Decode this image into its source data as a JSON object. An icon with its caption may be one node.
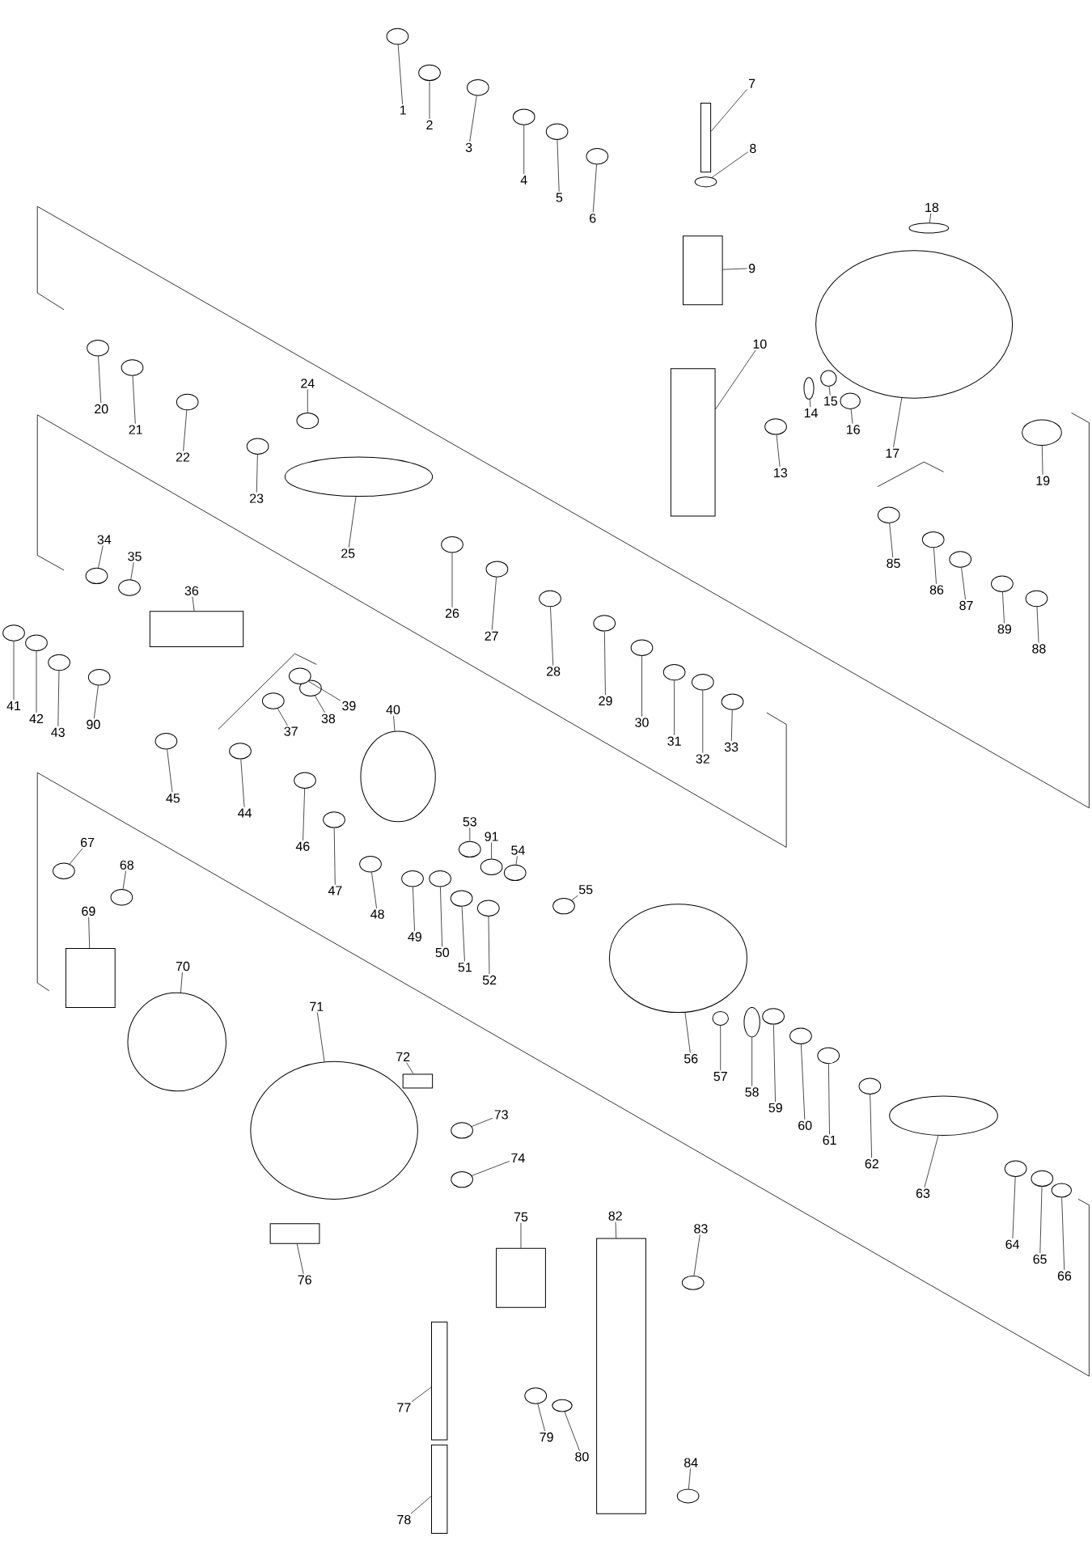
{
  "diagram": {
    "nodes": [
      {
        "text": [
          "1"
        ]
      },
      {
        "text": [
          "2"
        ]
      },
      {
        "text": [
          "3"
        ]
      },
      {
        "text": [
          "4"
        ]
      },
      {
        "text": [
          "5"
        ]
      },
      {
        "text": [
          "6"
        ]
      },
      {
        "text": [
          "7"
        ]
      },
      {
        "text": [
          "8"
        ]
      },
      {
        "text": [
          "9"
        ]
      },
      {
        "text": [
          "10"
        ]
      },
      {
        "text": [
          "13"
        ]
      },
      {
        "text": [
          "14"
        ]
      },
      {
        "text": [
          "15"
        ]
      },
      {
        "text": [
          "16"
        ]
      },
      {
        "text": [
          "17"
        ]
      },
      {
        "text": [
          "18"
        ]
      },
      {
        "text": [
          "19"
        ]
      },
      {
        "text": [
          "20"
        ]
      },
      {
        "text": [
          "21"
        ]
      },
      {
        "text": [
          "22"
        ]
      },
      {
        "text": [
          "23"
        ]
      },
      {
        "text": [
          "24"
        ]
      },
      {
        "text": [
          "25"
        ]
      },
      {
        "text": [
          "26"
        ]
      },
      {
        "text": [
          "27"
        ]
      },
      {
        "text": [
          "28"
        ]
      },
      {
        "text": [
          "29"
        ]
      },
      {
        "text": [
          "30"
        ]
      },
      {
        "text": [
          "31"
        ]
      },
      {
        "text": [
          "32"
        ]
      },
      {
        "text": [
          "33"
        ]
      },
      {
        "text": [
          "34"
        ]
      },
      {
        "text": [
          "35"
        ]
      },
      {
        "text": [
          "36"
        ]
      },
      {
        "text": [
          "37"
        ]
      },
      {
        "text": [
          "38"
        ]
      },
      {
        "text": [
          "39"
        ]
      },
      {
        "text": [
          "40"
        ]
      },
      {
        "text": [
          "41"
        ]
      },
      {
        "text": [
          "42"
        ]
      },
      {
        "text": [
          "43"
        ]
      },
      {
        "text": [
          "44"
        ]
      },
      {
        "text": [
          "45"
        ]
      },
      {
        "text": [
          "46"
        ]
      },
      {
        "text": [
          "47"
        ]
      },
      {
        "text": [
          "48"
        ]
      },
      {
        "text": [
          "49"
        ]
      },
      {
        "text": [
          "50"
        ]
      },
      {
        "text": [
          "51"
        ]
      },
      {
        "text": [
          "52"
        ]
      },
      {
        "text": [
          "53"
        ]
      },
      {
        "text": [
          "54"
        ]
      },
      {
        "text": [
          "55"
        ]
      },
      {
        "text": [
          "56"
        ]
      },
      {
        "text": [
          "57"
        ]
      },
      {
        "text": [
          "58"
        ]
      },
      {
        "text": [
          "59"
        ]
      },
      {
        "text": [
          "60"
        ]
      },
      {
        "text": [
          "61"
        ]
      },
      {
        "text": [
          "62"
        ]
      },
      {
        "text": [
          "63"
        ]
      },
      {
        "text": [
          "64"
        ]
      },
      {
        "text": [
          "65"
        ]
      },
      {
        "text": [
          "66"
        ]
      },
      {
        "text": [
          "67"
        ]
      },
      {
        "text": [
          "68"
        ]
      },
      {
        "text": [
          "69"
        ]
      },
      {
        "text": [
          "70"
        ]
      },
      {
        "text": [
          "71"
        ]
      },
      {
        "text": [
          "72"
        ]
      },
      {
        "text": [
          "73"
        ]
      },
      {
        "text": [
          "74"
        ]
      },
      {
        "text": [
          "75"
        ]
      },
      {
        "text": [
          "76"
        ]
      },
      {
        "text": [
          "77"
        ]
      },
      {
        "text": [
          "78"
        ]
      },
      {
        "text": [
          "79"
        ]
      },
      {
        "text": [
          "80"
        ]
      },
      {
        "text": [
          "82"
        ]
      },
      {
        "text": [
          "83"
        ]
      },
      {
        "text": [
          "84"
        ]
      },
      {
        "text": [
          "85"
        ]
      },
      {
        "text": [
          "86"
        ]
      },
      {
        "text": [
          "87"
        ]
      },
      {
        "text": [
          "88"
        ]
      },
      {
        "text": [
          "89"
        ]
      },
      {
        "text": [
          "90"
        ]
      },
      {
        "text": [
          "91"
        ]
      },
      {
        "text": [],
        "shape": "circle"
      },
      {
        "text": [],
        "shape": "circle"
      },
      {
        "text": [],
        "shape": "circle"
      },
      {
        "text": [],
        "shape": "circle"
      },
      {
        "text": [],
        "shape": "circle"
      },
      {
        "text": [],
        "shape": "circle"
      },
      {
        "text": [],
        "shape": "box"
      },
      {
        "text": [],
        "shape": "circle"
      },
      {
        "text": [],
        "shape": "box"
      },
      {
        "text": [],
        "shape": "box"
      },
      {
        "text": [],
        "shape": "circle"
      },
      {
        "text": [],
        "shape": "circle"
      },
      {
        "text": [],
        "shape": "circle"
      },
      {
        "text": [],
        "shape": "circle"
      },
      {
        "text": [],
        "shape": "circle"
      },
      {
        "text": [],
        "shape": "circle"
      },
      {
        "text": [],
        "shape": "circle"
      },
      {
        "text": [],
        "shape": "circle"
      },
      {
        "text": [],
        "shape": "circle"
      },
      {
        "text": [],
        "shape": "circle"
      },
      {
        "text": [],
        "shape": "circle"
      },
      {
        "text": [],
        "shape": "circle"
      },
      {
        "text": [],
        "shape": "circle"
      },
      {
        "text": [],
        "shape": "circle"
      },
      {
        "text": [],
        "shape": "circle"
      },
      {
        "text": [],
        "shape": "circle"
      },
      {
        "text": [],
        "shape": "circle"
      },
      {
        "text": [],
        "shape": "circle"
      },
      {
        "text": [],
        "shape": "circle"
      },
      {
        "text": [],
        "shape": "circle"
      },
      {
        "text": [],
        "shape": "circle"
      },
      {
        "text": [],
        "shape": "circle"
      },
      {
        "text": [],
        "shape": "circle"
      },
      {
        "text": [],
        "shape": "box"
      },
      {
        "text": [],
        "shape": "circle"
      },
      {
        "text": [],
        "shape": "circle"
      },
      {
        "text": [],
        "shape": "circle"
      },
      {
        "text": [],
        "shape": "circle"
      },
      {
        "text": [],
        "shape": "circle"
      },
      {
        "text": [],
        "shape": "circle"
      },
      {
        "text": [],
        "shape": "circle"
      },
      {
        "text": [],
        "shape": "circle"
      },
      {
        "text": [],
        "shape": "circle"
      },
      {
        "text": [],
        "shape": "circle"
      },
      {
        "text": [],
        "shape": "circle"
      },
      {
        "text": [],
        "shape": "circle"
      },
      {
        "text": [],
        "shape": "circle"
      },
      {
        "text": [],
        "shape": "circle"
      },
      {
        "text": [],
        "shape": "circle"
      },
      {
        "text": [],
        "shape": "circle"
      },
      {
        "text": [],
        "shape": "circle"
      },
      {
        "text": [],
        "shape": "circle"
      },
      {
        "text": [],
        "shape": "circle"
      },
      {
        "text": [],
        "shape": "circle"
      },
      {
        "text": [],
        "shape": "circle"
      },
      {
        "text": [],
        "shape": "circle"
      },
      {
        "text": [],
        "shape": "circle"
      },
      {
        "text": [],
        "shape": "circle"
      },
      {
        "text": [],
        "shape": "circle"
      },
      {
        "text": [],
        "shape": "circle"
      },
      {
        "text": [],
        "shape": "circle"
      },
      {
        "text": [],
        "shape": "circle"
      },
      {
        "text": [],
        "shape": "circle"
      },
      {
        "text": [],
        "shape": "circle"
      },
      {
        "text": [],
        "shape": "circle"
      },
      {
        "text": [],
        "shape": "circle"
      },
      {
        "text": [],
        "shape": "box"
      },
      {
        "text": [],
        "shape": "circle"
      },
      {
        "text": [],
        "shape": "circle"
      },
      {
        "text": [],
        "shape": "box"
      },
      {
        "text": [],
        "shape": "circle"
      },
      {
        "text": [],
        "shape": "circle"
      },
      {
        "text": [],
        "shape": "box"
      },
      {
        "text": [],
        "shape": "box"
      },
      {
        "text": [],
        "shape": "box"
      },
      {
        "text": [],
        "shape": "box"
      },
      {
        "text": [],
        "shape": "circle"
      },
      {
        "text": [],
        "shape": "circle"
      },
      {
        "text": [],
        "shape": "box"
      },
      {
        "text": [],
        "shape": "circle"
      },
      {
        "text": [],
        "shape": "circle"
      },
      {
        "text": [],
        "shape": "circle"
      },
      {
        "text": [],
        "shape": "circle"
      },
      {
        "text": [],
        "shape": "circle"
      },
      {
        "text": [],
        "shape": "circle"
      },
      {
        "text": [],
        "shape": "circle"
      },
      {
        "text": [],
        "shape": "circle"
      },
      {
        "text": [],
        "shape": "circle"
      }
    ],
    "edges": [
      {
        "from": 0,
        "to": 88,
        "arrow": "none"
      },
      {
        "from": 1,
        "to": 89,
        "arrow": "none"
      },
      {
        "from": 2,
        "to": 90,
        "arrow": "none"
      },
      {
        "from": 3,
        "to": 91,
        "arrow": "none"
      },
      {
        "from": 4,
        "to": 92,
        "arrow": "none"
      },
      {
        "from": 5,
        "to": 93,
        "arrow": "none"
      },
      {
        "from": 6,
        "to": 94,
        "arrow": "none"
      },
      {
        "from": 7,
        "to": 95,
        "arrow": "none"
      },
      {
        "from": 8,
        "to": 96,
        "arrow": "none"
      },
      {
        "from": 9,
        "to": 97,
        "arrow": "none"
      },
      {
        "from": 10,
        "to": 98,
        "arrow": "none"
      },
      {
        "from": 11,
        "to": 99,
        "arrow": "none"
      },
      {
        "from": 12,
        "to": 100,
        "arrow": "none"
      },
      {
        "from": 13,
        "to": 101,
        "arrow": "none"
      },
      {
        "from": 14,
        "to": 102,
        "arrow": "none"
      },
      {
        "from": 15,
        "to": 103,
        "arrow": "none"
      },
      {
        "from": 16,
        "to": 104,
        "arrow": "none"
      },
      {
        "from": 17,
        "to": 105,
        "arrow": "none"
      },
      {
        "from": 18,
        "to": 106,
        "arrow": "none"
      },
      {
        "from": 19,
        "to": 107,
        "arrow": "none"
      },
      {
        "from": 20,
        "to": 108,
        "arrow": "none"
      },
      {
        "from": 21,
        "to": 109,
        "arrow": "none"
      },
      {
        "from": 22,
        "to": 110,
        "arrow": "none"
      },
      {
        "from": 23,
        "to": 111,
        "arrow": "none"
      },
      {
        "from": 24,
        "to": 112,
        "arrow": "none"
      },
      {
        "from": 25,
        "to": 113,
        "arrow": "none"
      },
      {
        "from": 26,
        "to": 114,
        "arrow": "none"
      },
      {
        "from": 27,
        "to": 115,
        "arrow": "none"
      },
      {
        "from": 28,
        "to": 116,
        "arrow": "none"
      },
      {
        "from": 29,
        "to": 117,
        "arrow": "none"
      },
      {
        "from": 30,
        "to": 118,
        "arrow": "none"
      },
      {
        "from": 31,
        "to": 119,
        "arrow": "none"
      },
      {
        "from": 32,
        "to": 120,
        "arrow": "none"
      },
      {
        "from": 33,
        "to": 121,
        "arrow": "none"
      },
      {
        "from": 34,
        "to": 122,
        "arrow": "none"
      },
      {
        "from": 35,
        "to": 123,
        "arrow": "none"
      },
      {
        "from": 36,
        "to": 124,
        "arrow": "none"
      },
      {
        "from": 37,
        "to": 125,
        "arrow": "none"
      },
      {
        "from": 38,
        "to": 126,
        "arrow": "none"
      },
      {
        "from": 39,
        "to": 127,
        "arrow": "none"
      },
      {
        "from": 40,
        "to": 128,
        "arrow": "none"
      },
      {
        "from": 41,
        "to": 129,
        "arrow": "none"
      },
      {
        "from": 42,
        "to": 130,
        "arrow": "none"
      },
      {
        "from": 43,
        "to": 131,
        "arrow": "none"
      },
      {
        "from": 44,
        "to": 132,
        "arrow": "none"
      },
      {
        "from": 45,
        "to": 133,
        "arrow": "none"
      },
      {
        "from": 46,
        "to": 134,
        "arrow": "none"
      },
      {
        "from": 47,
        "to": 135,
        "arrow": "none"
      },
      {
        "from": 48,
        "to": 136,
        "arrow": "none"
      },
      {
        "from": 49,
        "to": 137,
        "arrow": "none"
      },
      {
        "from": 50,
        "to": 138,
        "arrow": "none"
      },
      {
        "from": 51,
        "to": 139,
        "arrow": "none"
      },
      {
        "from": 52,
        "to": 140,
        "arrow": "none"
      },
      {
        "from": 53,
        "to": 141,
        "arrow": "none"
      },
      {
        "from": 54,
        "to": 142,
        "arrow": "none"
      },
      {
        "from": 55,
        "to": 143,
        "arrow": "none"
      },
      {
        "from": 56,
        "to": 144,
        "arrow": "none"
      },
      {
        "from": 57,
        "to": 145,
        "arrow": "none"
      },
      {
        "from": 58,
        "to": 146,
        "arrow": "none"
      },
      {
        "from": 59,
        "to": 147,
        "arrow": "none"
      },
      {
        "from": 60,
        "to": 148,
        "arrow": "none"
      },
      {
        "from": 61,
        "to": 149,
        "arrow": "none"
      },
      {
        "from": 62,
        "to": 150,
        "arrow": "none"
      },
      {
        "from": 63,
        "to": 151,
        "arrow": "none"
      },
      {
        "from": 64,
        "to": 152,
        "arrow": "none"
      },
      {
        "from": 65,
        "to": 153,
        "arrow": "none"
      },
      {
        "from": 66,
        "to": 154,
        "arrow": "none"
      },
      {
        "from": 67,
        "to": 155,
        "arrow": "none"
      },
      {
        "from": 68,
        "to": 156,
        "arrow": "none"
      },
      {
        "from": 69,
        "to": 157,
        "arrow": "none"
      },
      {
        "from": 70,
        "to": 158,
        "arrow": "none"
      },
      {
        "from": 71,
        "to": 159,
        "arrow": "none"
      },
      {
        "from": 72,
        "to": 160,
        "arrow": "none"
      },
      {
        "from": 73,
        "to": 161,
        "arrow": "none"
      },
      {
        "from": 74,
        "to": 162,
        "arrow": "none"
      },
      {
        "from": 75,
        "to": 163,
        "arrow": "none"
      },
      {
        "from": 76,
        "to": 164,
        "arrow": "none"
      },
      {
        "from": 77,
        "to": 165,
        "arrow": "none"
      },
      {
        "from": 78,
        "to": 166,
        "arrow": "none"
      },
      {
        "from": 79,
        "to": 167,
        "arrow": "none"
      },
      {
        "from": 80,
        "to": 168,
        "arrow": "none"
      },
      {
        "from": 81,
        "to": 169,
        "arrow": "none"
      },
      {
        "from": 82,
        "to": 170,
        "arrow": "none"
      },
      {
        "from": 83,
        "to": 171,
        "arrow": "none"
      },
      {
        "from": 84,
        "to": 172,
        "arrow": "none"
      },
      {
        "from": 85,
        "to": 173,
        "arrow": "none"
      },
      {
        "from": 86,
        "to": 174,
        "arrow": "none"
      },
      {
        "from": 87,
        "to": 175,
        "arrow": "none"
      }
    ]
  }
}
